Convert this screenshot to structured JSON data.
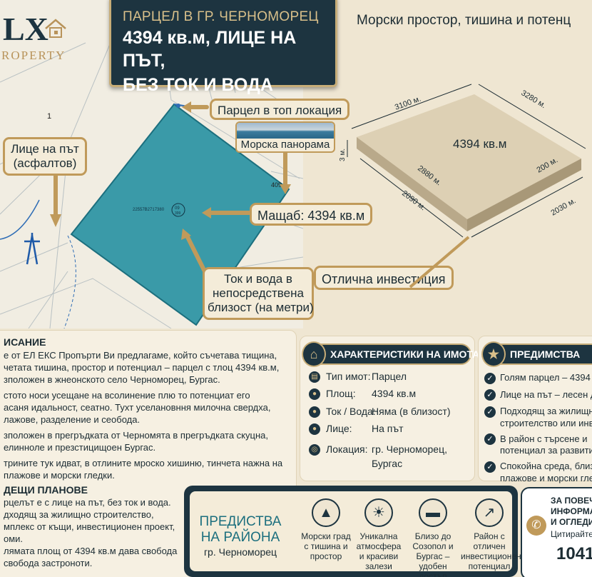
{
  "logo": {
    "mark": "LX",
    "sub": "ROPERTY"
  },
  "header": {
    "title_line1": "ПАРЦЕЛ В ГР. ЧЕРНОМОРЕЦ",
    "title_line2": "4394 кв.м, ЛИЦЕ НА ПЪТ,",
    "title_line3": "БЕЗ ТОК И ВОДА",
    "tagline": "Морски простор, тишина и потенц"
  },
  "map": {
    "parcel_number": "1",
    "label_409": "409",
    "parcel_id": "22557B2717380",
    "badge_top": "09",
    "badge_bot": "399",
    "colors": {
      "parcel": "#3a9aa8",
      "parcel_border": "#1c6f7e",
      "background": "#f1ede2"
    }
  },
  "callouts": {
    "top_location": "Парцел в топ локация",
    "sea_panorama": "Морска панорама",
    "road_line1": "Лице на път",
    "road_line2": "(асфалтов)",
    "scale": "Мащаб: 4394 кв.м",
    "utilities_line1": "Ток и вода в",
    "utilities_line2": "непосредствена",
    "utilities_line3": "близост (на метри)",
    "investment": "Отлична инвестиция"
  },
  "plot3d": {
    "area": "4394 кв.м",
    "d_top_left": "3100 м.",
    "d_top_right": "3280 м.",
    "d_height": "3 м.",
    "d_mid_left": "2880 м.",
    "d_mid_right": "200 м.",
    "d_bottom_left": "2090 м.",
    "d_bottom_right": "2030 м."
  },
  "description": {
    "heading": "ИСАНИЕ",
    "p1": [
      "е от ЕЛ ЕКС Пропърти Ви предлагаме, който съчетава тищина,",
      "четата тишина, простор и потенциал – парцел с тлоц 4394 кв.м,",
      "зположен в жнеонското село Черноморец, Бургас."
    ],
    "p2": [
      "стото носи усещане на всолинение плю то потенциат его",
      "асаня идальност, сеатно. Тухт уселановння милочна свердха,",
      "лажове, разделение и сеобода."
    ],
    "p3": [
      "зположен в прегръдката от Черномята в прегръдката скуцна,",
      "елинноле и презстицищоен Бургас."
    ],
    "p4": [
      "трините тук идват, в отлините мроско хишиню, тинчета нажна на",
      "плажове и морски гледки."
    ],
    "plans_heading": "ДЕЩИ ПЛАНОВЕ",
    "plans": [
      "рцелът е с лице на път, без ток и вода.",
      "дходящ за жилищно строителство,",
      "мплекс от къщи, инвестиционен проект,",
      "оми.",
      "лямата площ от 4394 кв.м дава свобода",
      "свобода застроноти."
    ]
  },
  "characteristics": {
    "title": "ХАРАКТЕРИСТИКИ НА ИМОТА",
    "rows": [
      {
        "label": "Тип имот:",
        "value": "Парцел"
      },
      {
        "label": "Площ:",
        "value": "4394 кв.м"
      },
      {
        "label": "Ток / Вода:",
        "value": "Няма (в близост)"
      },
      {
        "label": "Лице:",
        "value": "На път"
      },
      {
        "label": "Локация:",
        "value": "гр. Черноморец,",
        "value2": "Бургас"
      }
    ]
  },
  "advantages": {
    "title": "ПРЕДИМСТВА",
    "items": [
      [
        "Голям парцел – 4394 к"
      ],
      [
        "Лице на път – лесен д"
      ],
      [
        "Подходящ за жилищн",
        "строителство или инве"
      ],
      [
        "В район с търсене и",
        "потенциал за развити"
      ],
      [
        "Спокойна среда, близ",
        "плажове и морски глед"
      ]
    ]
  },
  "area_advantages": {
    "title_line1": "ПРЕДИСТВА",
    "title_line2": "НА РАЙОНА",
    "title_line3": "гр. Черноморец",
    "features": [
      {
        "icon": "mountain-icon",
        "lines": [
          "Морски град",
          "с тишина и",
          "простор"
        ]
      },
      {
        "icon": "sunset-icon",
        "lines": [
          "Уникална",
          "атмосфера",
          "и красиви",
          "залези"
        ]
      },
      {
        "icon": "car-icon",
        "lines": [
          "Близо до",
          "Созопол и",
          "Бургас –",
          "удобен достъп"
        ]
      },
      {
        "icon": "growth-chart-icon",
        "lines": [
          "Район с",
          "отличен",
          "инвестиционен",
          "потенциал"
        ]
      }
    ]
  },
  "contact": {
    "line1": "ЗА ПОВЕЧ",
    "line2": "ИНФОРМА",
    "line3": "И ОГЛЕДИ",
    "cite": "Цитирайте",
    "number": "1041"
  }
}
